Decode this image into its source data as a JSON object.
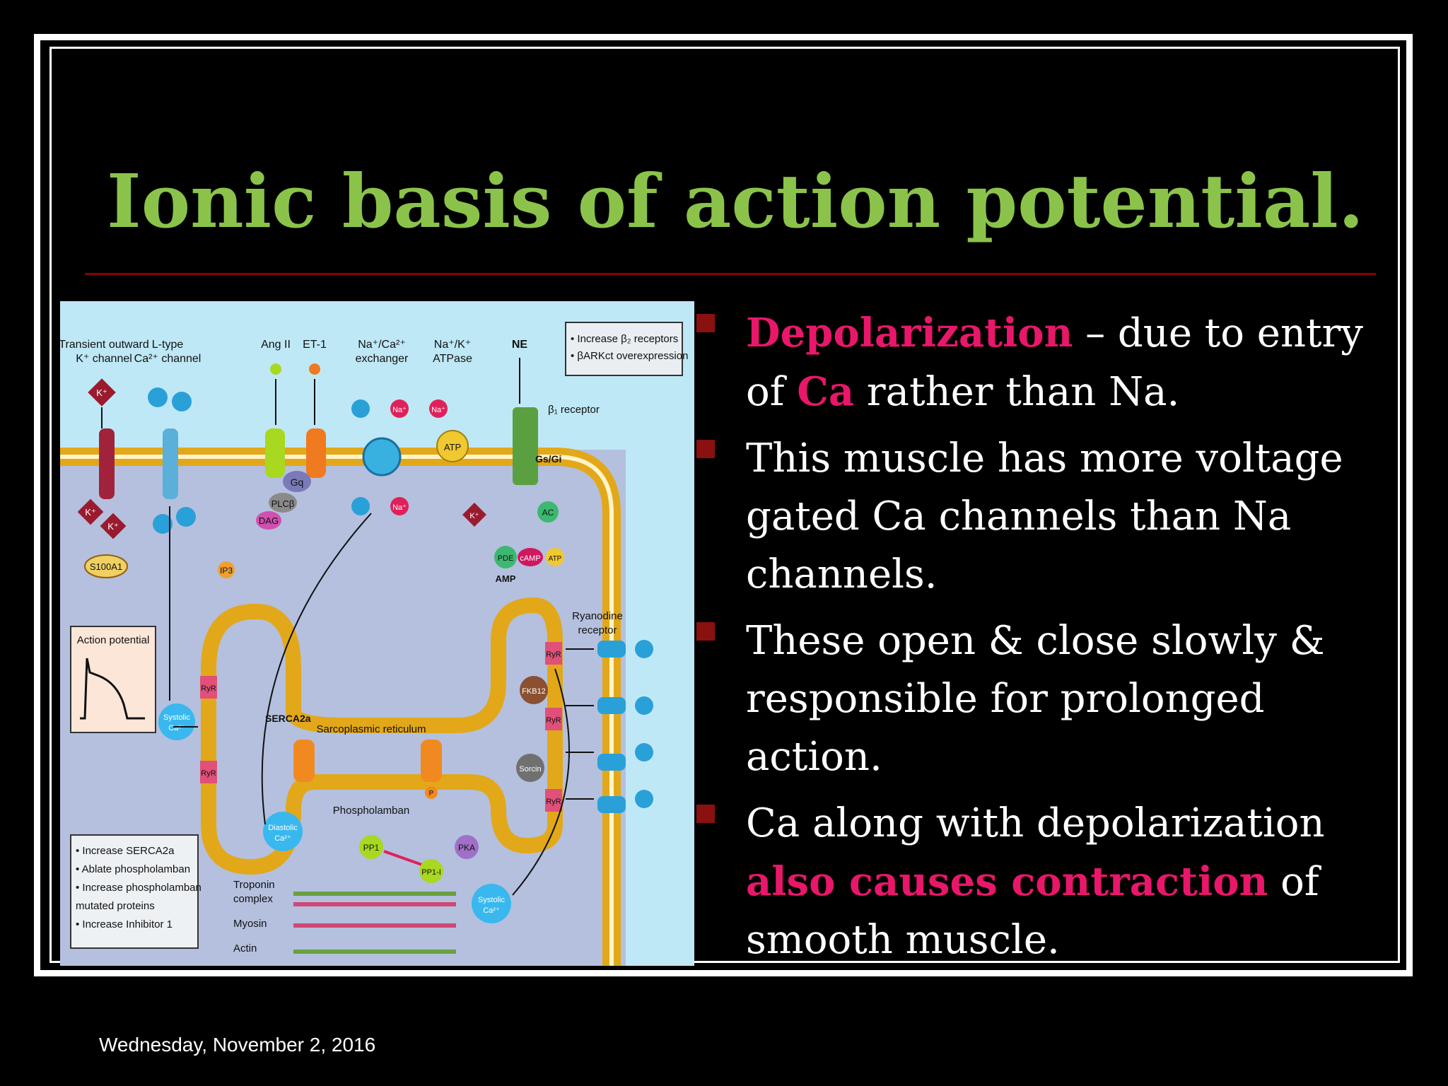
{
  "slide": {
    "title": "Ionic basis of action potential.",
    "date": "Wednesday, November 2, 2016"
  },
  "bullets": [
    {
      "parts": [
        {
          "text": "Depolarization",
          "hl": true
        },
        {
          "text": " – due to entry of ",
          "hl": false
        },
        {
          "text": "Ca",
          "hl": true
        },
        {
          "text": " rather than Na.",
          "hl": false
        }
      ]
    },
    {
      "parts": [
        {
          "text": "This muscle has more voltage gated Ca channels than Na channels.",
          "hl": false
        }
      ]
    },
    {
      "parts": [
        {
          "text": "These open & close slowly & responsible for prolonged action.",
          "hl": false
        }
      ]
    },
    {
      "parts": [
        {
          "text": "Ca along with depolarization ",
          "hl": false
        },
        {
          "text": "also causes contraction",
          "hl": true
        },
        {
          "text": " of smooth muscle.",
          "hl": false
        }
      ]
    }
  ],
  "diagram": {
    "labels": {
      "k_channel": "Transient outward",
      "k_channel2": "K⁺ channel",
      "ca_channel": "L-type",
      "ca_channel2": "Ca²⁺ channel",
      "ang": "Ang II",
      "et": "ET-1",
      "ncx": "Na⁺/Ca²⁺",
      "ncx2": "exchanger",
      "nak": "Na⁺/K⁺",
      "nak2": "ATPase",
      "ne": "NE",
      "beta": "β₁ receptor",
      "box1_1": "• Increase β₂ receptors",
      "box1_2": "• βARKct overexpression",
      "gsgi": "Gs/Gi",
      "gq": "Gq",
      "plc": "PLCβ",
      "dag": "DAG",
      "ac": "AC",
      "pde": "PDE",
      "camp": "cAMP",
      "atp": "ATP",
      "amp": "AMP",
      "s100": "S100A1",
      "ip3": "IP3",
      "ryanodine": "Ryanodine",
      "ryanodine2": "receptor",
      "ap": "Action potential",
      "ryr": "RyR",
      "fkb": "FKB12",
      "sorcin": "Sorcin",
      "serca": "SERCA2a",
      "sr": "Sarcoplasmic reticulum",
      "plb": "Phospholamban",
      "systolic": "Systolic",
      "diastolic": "Diastolic",
      "ca2": "Ca²⁺",
      "pp1": "PP1",
      "pp1i": "PP1-I",
      "pka": "PKA",
      "troponin": "Troponin",
      "complex": "complex",
      "myosin": "Myosin",
      "actin": "Actin",
      "kplus": "K⁺",
      "naplus": "Na⁺",
      "box2_1": "• Increase SERCA2a",
      "box2_2": "• Ablate phospholamban",
      "box2_3": "• Increase phospholamban",
      "box2_4": "  mutated proteins",
      "box2_5": "• Increase Inhibitor 1",
      "p": "P"
    }
  },
  "colors": {
    "title": "#8bc34a",
    "highlight": "#e8176a",
    "bullet_marker": "#8b1010",
    "membrane": "#e2a81a",
    "cytoplasm": "#b8c4e0",
    "background": "#bfe8f6"
  }
}
